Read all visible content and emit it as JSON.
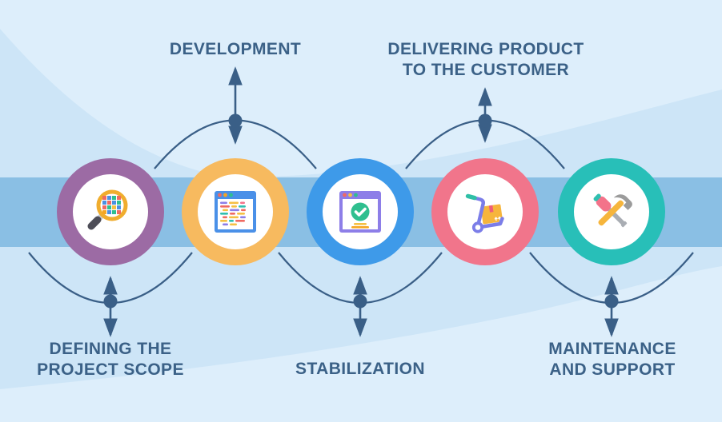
{
  "diagram_title": "Software development lifecycle timeline",
  "colors": {
    "background_base": "#cde5f7",
    "background_light_blob": "#ddeefb",
    "timeline_band": "#8abfe4",
    "connector_line": "#3a5f87",
    "label_text": "#3b6187"
  },
  "stages": [
    {
      "id": "defining-project-scope",
      "label": "DEFINING THE\nPROJECT SCOPE",
      "label_position": "below",
      "ring_color": "#9c6ba4",
      "icon": "magnifier-grid-icon"
    },
    {
      "id": "development",
      "label": "DEVELOPMENT",
      "label_position": "above",
      "ring_color": "#f7ba5f",
      "icon": "code-window-icon"
    },
    {
      "id": "stabilization",
      "label": "STABILIZATION",
      "label_position": "below",
      "ring_color": "#3e9ae9",
      "icon": "approved-window-icon"
    },
    {
      "id": "delivering-product-to-the-customer",
      "label": "DELIVERING PRODUCT\nTO THE CUSTOMER",
      "label_position": "above",
      "ring_color": "#f1758b",
      "icon": "delivery-trolley-icon"
    },
    {
      "id": "maintenance-and-support",
      "label": "MAINTENANCE\nAND SUPPORT",
      "label_position": "below",
      "ring_color": "#28bfb8",
      "icon": "tools-icon"
    }
  ]
}
